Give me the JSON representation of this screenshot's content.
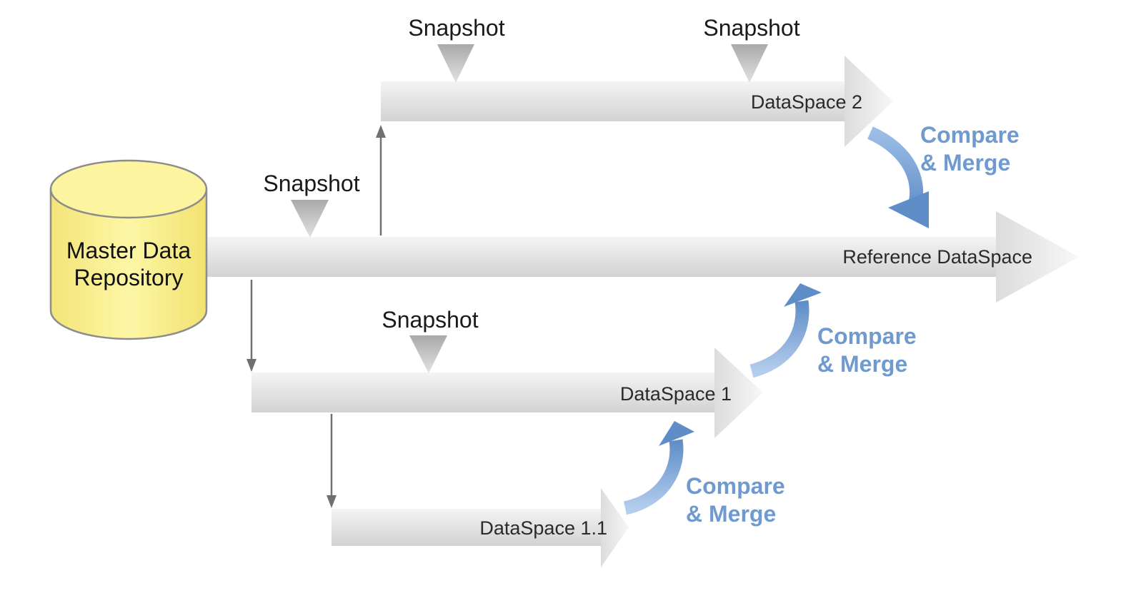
{
  "colors": {
    "band_light": "#f2f2f2",
    "band_dark": "#d4d4d4",
    "snapshot_marker": "#bfbfbf",
    "connector": "#707070",
    "repository_fill": "#fbf29a",
    "repository_stroke": "#8c8c8c",
    "compare_merge": "#6f9ad0"
  },
  "repository": {
    "label_line1": "Master Data",
    "label_line2": "Repository"
  },
  "bands": {
    "reference": {
      "label": "Reference DataSpace"
    },
    "ds2": {
      "label": "DataSpace 2"
    },
    "ds1": {
      "label": "DataSpace 1"
    },
    "ds11": {
      "label": "DataSpace 1.1"
    }
  },
  "snapshots": {
    "ds2_first": "Snapshot",
    "ds2_second": "Snapshot",
    "reference": "Snapshot",
    "ds1": "Snapshot"
  },
  "compare_merge": {
    "ds2_to_reference": {
      "line1": "Compare",
      "line2": "& Merge"
    },
    "ds1_to_reference": {
      "line1": "Compare",
      "line2": "& Merge"
    },
    "ds11_to_ds1": {
      "line1": "Compare",
      "line2": "& Merge"
    }
  }
}
